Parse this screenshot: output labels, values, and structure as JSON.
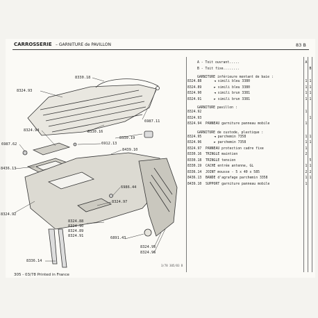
{
  "header": {
    "section": "CARROSSERIE",
    "subtitle": "– GARNITURE de PAVILLON",
    "page_code": "83 B"
  },
  "callouts": {
    "c8330_18": "8330.18",
    "c8324_93": "8324.93",
    "c6987_11": "6987.11",
    "c8330_16": "8330.16",
    "c8330_19": "8330.19",
    "c8324_94": "8324.94",
    "c6912_13": "6912.13",
    "c6987_62": "6987.62",
    "c8439_10": "8439.10",
    "c8436_13": "8436.13",
    "c8324_92": "8324.92",
    "c6986_44": "6986.44",
    "c8324_97": "8324.97",
    "c8324_88": "8324.88",
    "c8324_90": "8324.90",
    "c8324_89": "8324.89",
    "c8324_91": "8324.91",
    "c6891_43": "6891.43",
    "c8324_95": "8324.95",
    "c8324_96": "8324.96",
    "c8336_14": "8336.14"
  },
  "parts_table": {
    "rows": [
      {
        "code": "",
        "desc": "A - Toit ouvrant.....",
        "q1": "A",
        "q2": "",
        "style": "head"
      },
      {
        "code": "",
        "desc": "B - Toit fixe........",
        "q1": "",
        "q2": "B",
        "style": "head"
      },
      {
        "code": "",
        "desc": "GARNITURE inférieure montant de baie :",
        "q1": "",
        "q2": "",
        "style": "title"
      },
      {
        "code": "8324.88",
        "desc": "◄ simili bleu 3380",
        "q1": "1",
        "q2": "1",
        "style": "indent"
      },
      {
        "code": "8324.89",
        "desc": "► simili bleu 3380",
        "q1": "1",
        "q2": "1",
        "style": "indent"
      },
      {
        "code": "8324.90",
        "desc": "◄ simili brun 3381",
        "q1": "1",
        "q2": "1",
        "style": "indent"
      },
      {
        "code": "8324.91",
        "desc": "► simili brun 3381",
        "q1": "1",
        "q2": "1",
        "style": "indent"
      },
      {
        "code": "",
        "desc": "GARNITURE pavillon :",
        "q1": "",
        "q2": "",
        "style": "title"
      },
      {
        "code": "8324.92",
        "desc": "",
        "q1": "1",
        "q2": "",
        "style": "plain"
      },
      {
        "code": "8324.93",
        "desc": "",
        "q1": "",
        "q2": "1",
        "style": "plain"
      },
      {
        "code": "8324.94",
        "desc": "PANNEAU garniture panneau mobile",
        "q1": "1",
        "q2": "",
        "style": "plain"
      },
      {
        "code": "",
        "desc": "GARNITURE de custode, plastique :",
        "q1": "",
        "q2": "",
        "style": "title"
      },
      {
        "code": "8324.95",
        "desc": "◄ parchemin 7358",
        "q1": "1",
        "q2": "1",
        "style": "indent"
      },
      {
        "code": "8324.96",
        "desc": "► parchemin 7358",
        "q1": "1",
        "q2": "1",
        "style": "indent"
      },
      {
        "code": "8324.97",
        "desc": "PANNEAU protection cadre fixe",
        "q1": "1",
        "q2": "",
        "style": "plain"
      },
      {
        "code": "8330.16",
        "desc": "TRINGLE maintien",
        "q1": "2",
        "q2": "",
        "style": "plain"
      },
      {
        "code": "8330.18",
        "desc": "TRINGLE tension",
        "q1": "",
        "q2": "5",
        "style": "plain"
      },
      {
        "code": "8330.19",
        "desc": "CACHE entrée antenne, GL",
        "q1": "1",
        "q2": "1",
        "style": "plain"
      },
      {
        "code": "8336.14",
        "desc": "JOINT mousse - 5 x 40 x 585",
        "q1": "2",
        "q2": "2",
        "style": "plain"
      },
      {
        "code": "8436.13",
        "desc": "BANDE d'agrafage parchemin 3358",
        "q1": "1",
        "q2": "1",
        "style": "plain"
      },
      {
        "code": "8439.10",
        "desc": "SUPPORT garniture panneau mobile",
        "q1": "1",
        "q2": "",
        "style": "plain"
      }
    ]
  },
  "reference": "3/78 305/83 B",
  "footer": "305 - 03/78 Printed in France"
}
